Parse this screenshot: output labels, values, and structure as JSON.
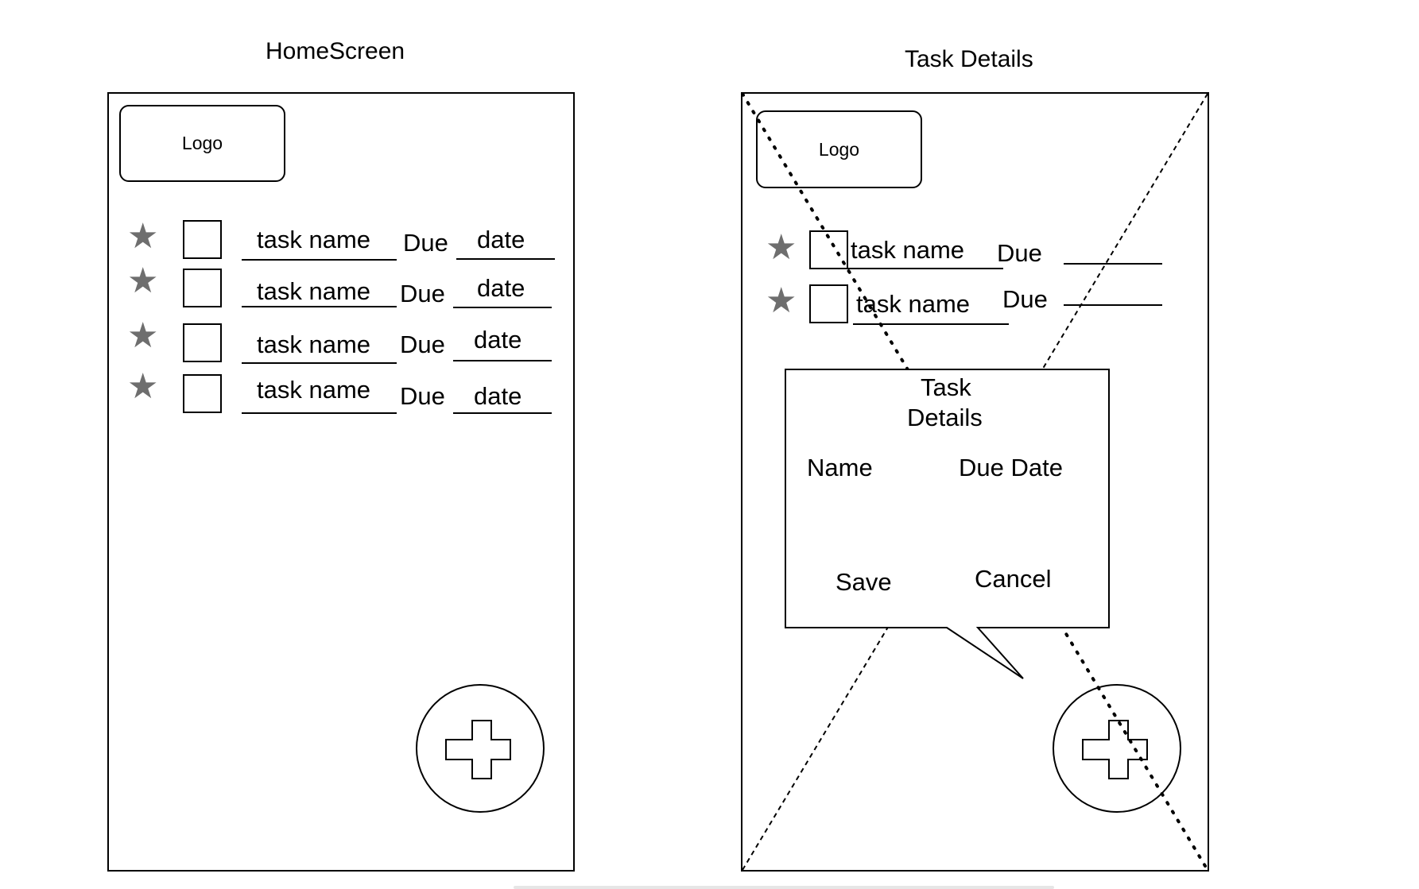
{
  "home": {
    "title": "HomeScreen",
    "logo": "Logo",
    "tasks": [
      {
        "name": "task name",
        "due": "Due",
        "date": "date"
      },
      {
        "name": "task name",
        "due": "Due",
        "date": "date"
      },
      {
        "name": "task name",
        "due": "Due",
        "date": "date"
      },
      {
        "name": "task name",
        "due": "Due",
        "date": "date"
      }
    ],
    "add_icon": "plus-icon"
  },
  "details": {
    "title": "Task Details",
    "logo": "Logo",
    "tasks": [
      {
        "name": "task name",
        "due": "Due"
      },
      {
        "name": "task name",
        "due": "Due"
      }
    ],
    "popup": {
      "title_line1": "Task",
      "title_line2": "Details",
      "name_label": "Name",
      "due_date_label": "Due Date",
      "save_label": "Save",
      "cancel_label": "Cancel"
    },
    "add_icon": "plus-icon"
  },
  "colors": {
    "star": "#6e6e6e",
    "line": "#000000",
    "background": "#ffffff"
  }
}
